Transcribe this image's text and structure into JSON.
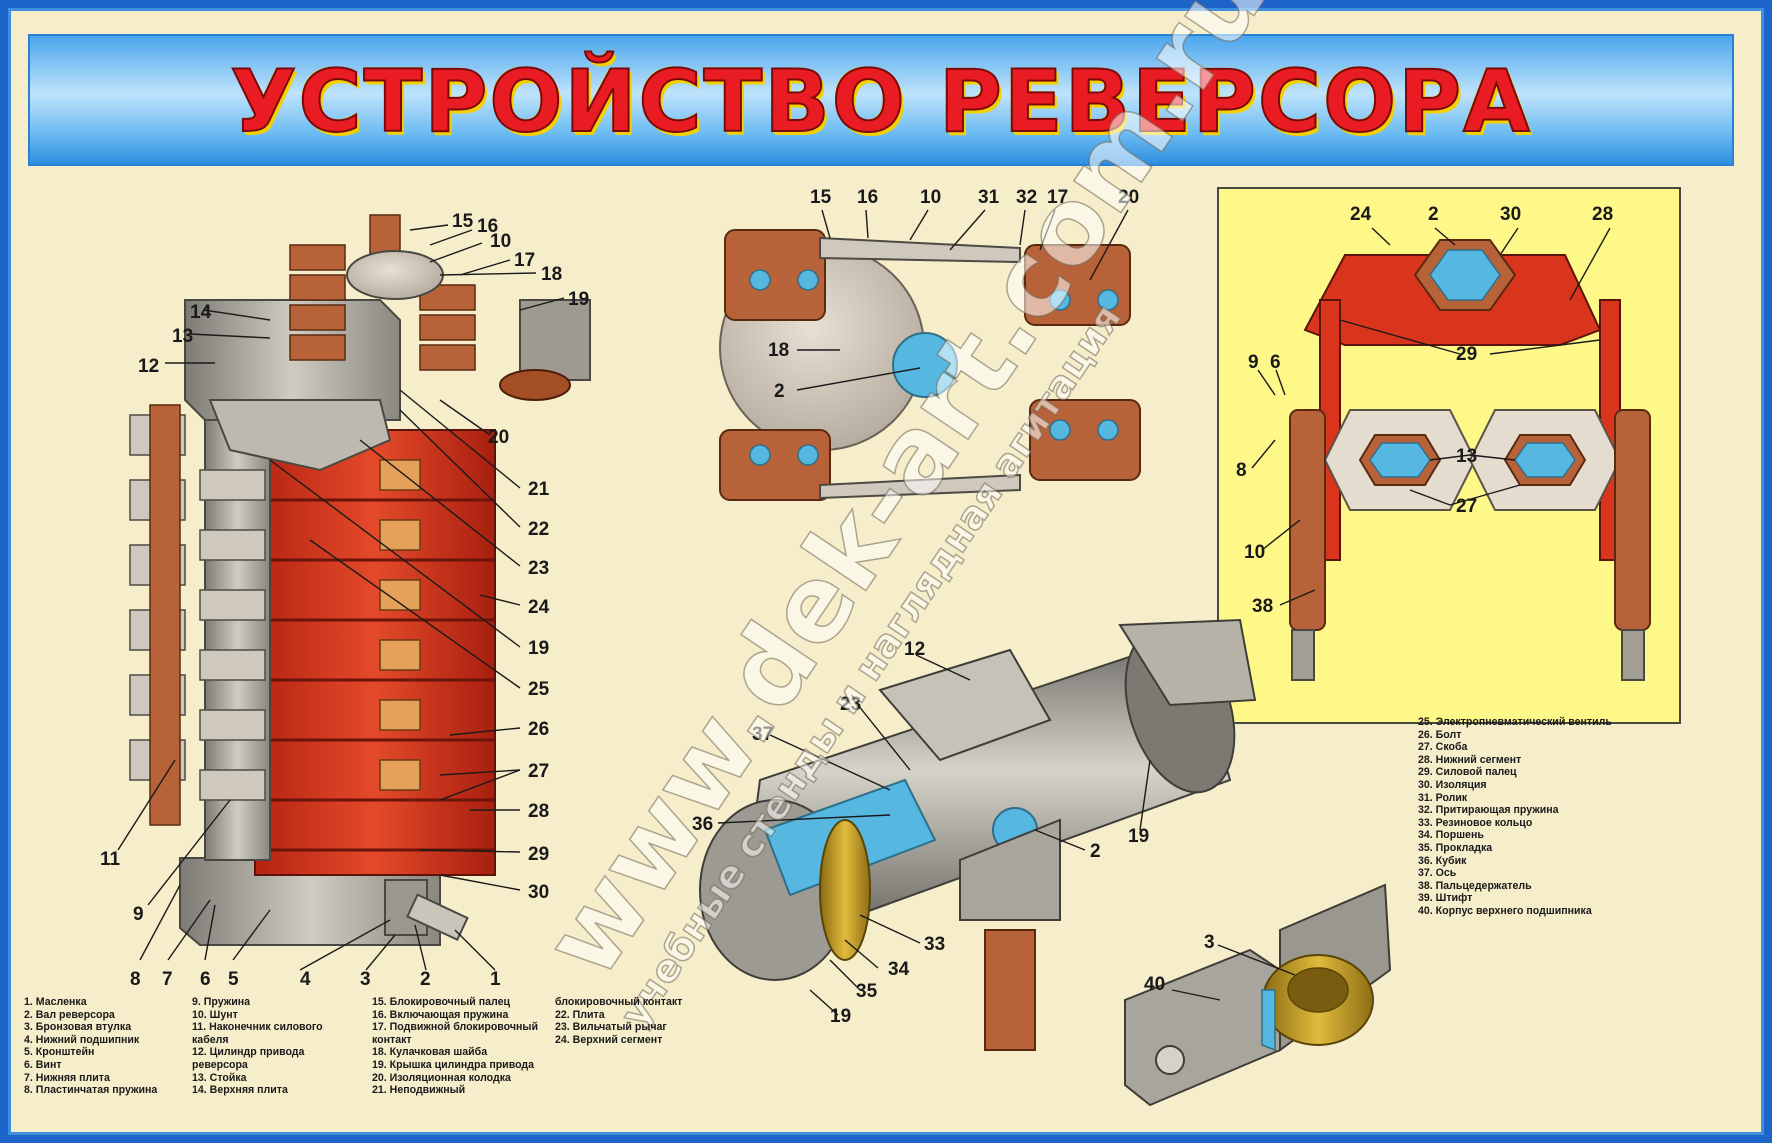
{
  "title": "УСТРОЙСТВО РЕВЕРСОРА",
  "watermark": {
    "main": "www.dek-art.com.ru",
    "sub": "учебные стенды и наглядная агитация"
  },
  "callouts": {
    "main_view": [
      "15",
      "16",
      "10",
      "17",
      "18",
      "19",
      "14",
      "13",
      "12",
      "20",
      "21",
      "22",
      "23",
      "24",
      "19",
      "25",
      "26",
      "27",
      "28",
      "29",
      "30",
      "11",
      "9",
      "8",
      "7",
      "6",
      "5",
      "4",
      "3",
      "2",
      "1"
    ],
    "top_view": [
      "15",
      "16",
      "10",
      "31",
      "32",
      "17",
      "20",
      "18",
      "2"
    ],
    "segment_view": [
      "24",
      "2",
      "30",
      "28",
      "29",
      "9",
      "6",
      "8",
      "13",
      "27",
      "10",
      "38"
    ],
    "cylinder_view": [
      "12",
      "37",
      "23",
      "36",
      "2",
      "19",
      "33",
      "34",
      "35",
      "19"
    ],
    "bearing_view": [
      "3",
      "40"
    ]
  },
  "legend": {
    "col1": [
      "1. Масленка",
      "2. Вал реверсора",
      "3. Бронзовая втулка",
      "4. Нижний подшипник",
      "5. Кронштейн",
      "6. Винт",
      "7. Нижняя плита",
      "8. Пластинчатая пружина"
    ],
    "col2": [
      "9. Пружина",
      "10. Шунт",
      "11. Наконечник силового",
      "кабеля",
      "12. Цилиндр привода",
      "реверсора",
      "13. Стойка",
      "14. Верхняя плита"
    ],
    "col3": [
      "15. Блокировочный палец",
      "16. Включающая пружина",
      "17. Подвижной блокировочный",
      "контакт",
      "18. Кулачковая шайба",
      "19. Крышка цилиндра привода",
      "20. Изоляционная колодка",
      "21. Неподвижный"
    ],
    "col4": [
      "блокировочный контакт",
      "22. Плита",
      "23. Вильчатый рычаг",
      "24. Верхний сегмент"
    ],
    "col5": [
      "25. Электропневматический вентиль",
      "26. Болт",
      "27. Скоба",
      "28. Нижний сегмент",
      "29. Силовой палец",
      "30. Изоляция",
      "31. Ролик",
      "32. Притирающая пружина",
      "33. Резиновое кольцо",
      "34. Поршень",
      "35. Прокладка",
      "36. Кубик",
      "37. Ось",
      "38. Пальцедержатель",
      "39. Штифт",
      "40. Корпус верхнего подшипника"
    ]
  },
  "colors": {
    "frame": "#1c64c8",
    "board": "#f6edcb",
    "title": "#ea1c23",
    "segment": "#d9351d",
    "steel": "#a8a59c",
    "copper": "#b8623a",
    "insulation": "#56b8e0",
    "yellow_panel": "#fef889"
  }
}
